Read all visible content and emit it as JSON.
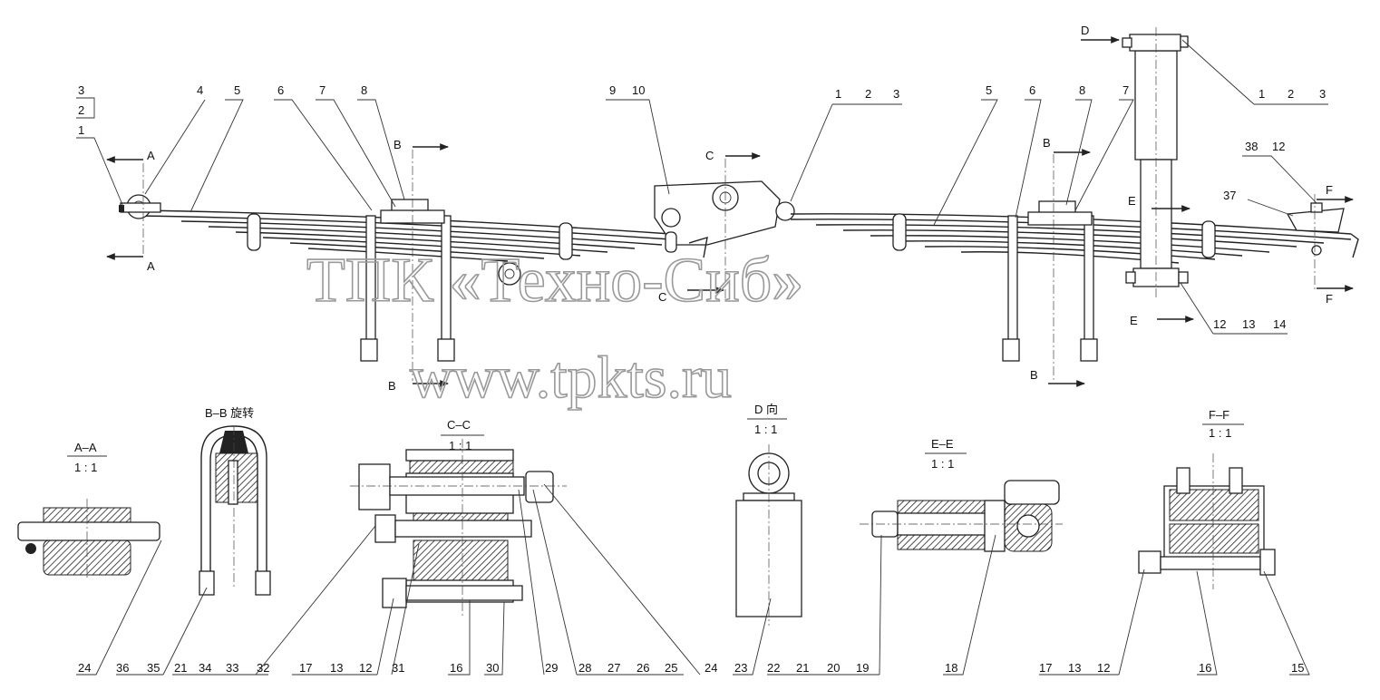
{
  "watermark": {
    "company": "ТПК «Техно-Сиб»",
    "site": "www.tpkts.ru"
  },
  "sections": {
    "a_a": {
      "title": "A–A",
      "scale": "1 : 1"
    },
    "b_b": {
      "title": "B–B 旋转"
    },
    "c_c": {
      "title": "C–C",
      "scale": "1 : 1"
    },
    "d_view": {
      "title": "D 向",
      "scale": "1 : 1"
    },
    "e_e": {
      "title": "E–E",
      "scale": "1 : 1"
    },
    "f_f": {
      "title": "F–F",
      "scale": "1 : 1"
    }
  },
  "cut_marks": {
    "a_top": "A",
    "a_bottom": "A",
    "b_left_top": "B",
    "b_left_bottom": "B",
    "c_top": "C",
    "c_bottom": "C",
    "b_right_top": "B",
    "b_right_bottom": "B",
    "d": "D",
    "e_top": "E",
    "e_bottom": "E",
    "f_top": "F",
    "f_bottom": "F"
  },
  "callouts_main": {
    "left_3": "3",
    "left_2": "2",
    "left_1": "1",
    "n4": "4",
    "n5a": "5",
    "n6a": "6",
    "n7a": "7",
    "n8a": "8",
    "n9": "9",
    "n10": "10",
    "mid_1": "1",
    "mid_2": "2",
    "mid_3": "3",
    "n5b": "5",
    "n6b": "6",
    "n8b": "8",
    "n7b": "7",
    "top_1": "1",
    "top_2": "2",
    "top_3": "3",
    "n38": "38",
    "n12a": "12",
    "n37": "37",
    "bot_12": "12",
    "bot_13": "13",
    "bot_14": "14"
  },
  "callouts_bottom": [
    "24",
    "36",
    "35",
    "21",
    "34",
    "33",
    "32",
    "17",
    "13",
    "12",
    "31",
    "16",
    "30",
    "29",
    "28",
    "27",
    "26",
    "25",
    "24",
    "23",
    "22",
    "21",
    "20",
    "19",
    "18",
    "17",
    "13",
    "12",
    "16",
    "15"
  ]
}
